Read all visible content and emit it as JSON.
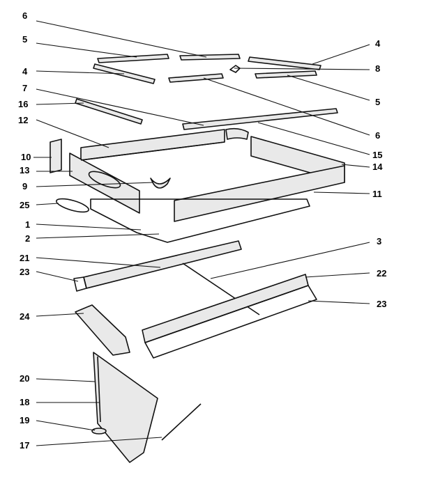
{
  "callouts": [
    {
      "id": "c6a",
      "text": "6"
    },
    {
      "id": "c5a",
      "text": "5"
    },
    {
      "id": "c4a",
      "text": "4"
    },
    {
      "id": "c4b",
      "text": "4"
    },
    {
      "id": "c8",
      "text": "8"
    },
    {
      "id": "c7",
      "text": "7"
    },
    {
      "id": "c5b",
      "text": "5"
    },
    {
      "id": "c16",
      "text": "16"
    },
    {
      "id": "c6b",
      "text": "6"
    },
    {
      "id": "c12",
      "text": "12"
    },
    {
      "id": "c15",
      "text": "15"
    },
    {
      "id": "c10",
      "text": "10"
    },
    {
      "id": "c14",
      "text": "14"
    },
    {
      "id": "c13",
      "text": "13"
    },
    {
      "id": "c9",
      "text": "9"
    },
    {
      "id": "c11",
      "text": "11"
    },
    {
      "id": "c25",
      "text": "25"
    },
    {
      "id": "c1",
      "text": "1"
    },
    {
      "id": "c2",
      "text": "2"
    },
    {
      "id": "c3",
      "text": "3"
    },
    {
      "id": "c21",
      "text": "21"
    },
    {
      "id": "c23a",
      "text": "23"
    },
    {
      "id": "c22",
      "text": "22"
    },
    {
      "id": "c23b",
      "text": "23"
    },
    {
      "id": "c24",
      "text": "24"
    },
    {
      "id": "c20",
      "text": "20"
    },
    {
      "id": "c18",
      "text": "18"
    },
    {
      "id": "c19",
      "text": "19"
    },
    {
      "id": "c17",
      "text": "17"
    }
  ]
}
